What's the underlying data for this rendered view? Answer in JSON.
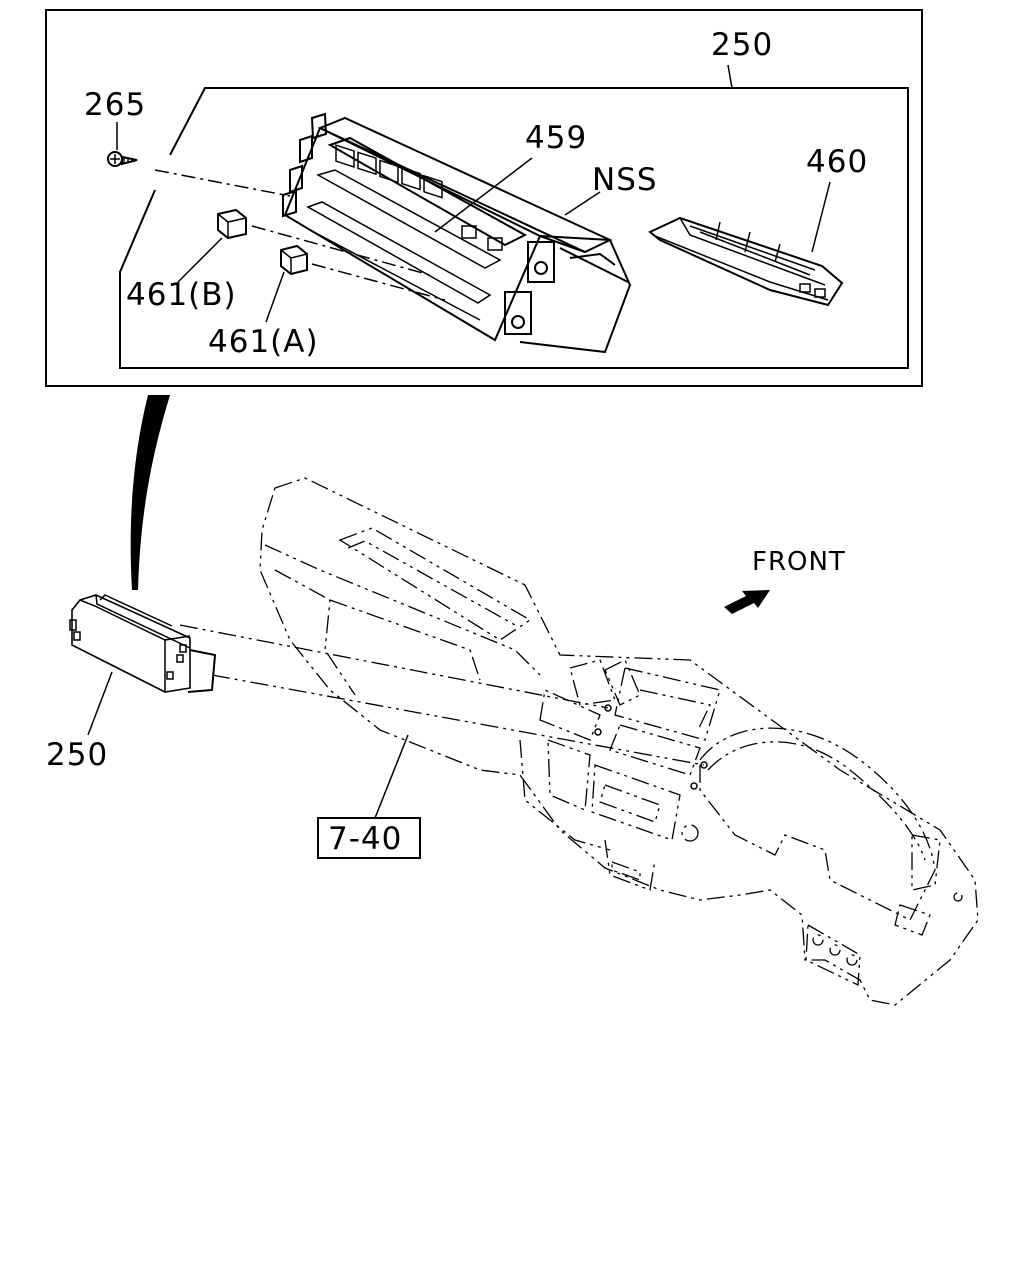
{
  "callouts": {
    "assembly_top": "250",
    "screw": "265",
    "housing": "459",
    "nss": "NSS",
    "module": "460",
    "knob_b": "461(B)",
    "knob_a": "461(A)",
    "assembly_bottom": "250",
    "reference_page": "7-40",
    "direction": "FRONT"
  }
}
